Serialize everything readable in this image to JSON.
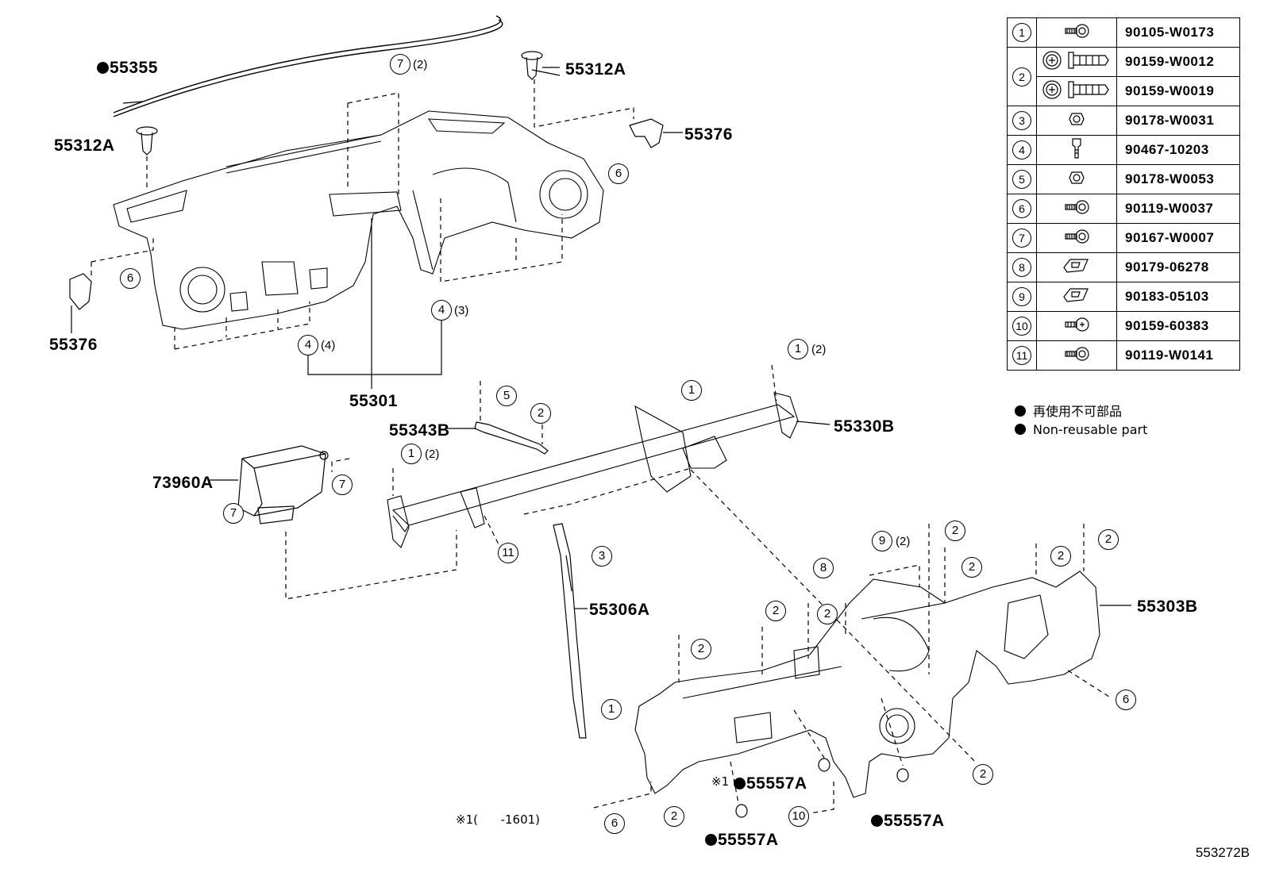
{
  "callouts": {
    "p55355": "55355",
    "p55312a_top": "55312A",
    "p55312a_left": "55312A",
    "p55376_right": "55376",
    "p55376_left": "55376",
    "p55301": "55301",
    "p55343b": "55343B",
    "p55330b": "55330B",
    "p73960a": "73960A",
    "p55306a": "55306A",
    "p55303b": "55303B",
    "p55557a_1": "55557A",
    "p55557a_2": "55557A",
    "p55557a_3": "55557A"
  },
  "refs": {
    "r7a": "7",
    "r7a_qty": "(2)",
    "r6a": "6",
    "r6b": "6",
    "r4a": "4",
    "r4a_qty": "(3)",
    "r4b": "4",
    "r4b_qty": "(4)",
    "r5": "5",
    "r2a": "2",
    "r1a": "1",
    "r1b": "1",
    "r1b_qty": "(2)",
    "r1c": "1",
    "r1c_qty": "(2)",
    "r7b": "7",
    "r7c": "7",
    "r11": "11",
    "r3": "3",
    "r9": "9",
    "r9_qty": "(2)",
    "r8": "8",
    "r2b": "2",
    "r2c": "2",
    "r2d": "2",
    "r2e": "2",
    "r2f": "2",
    "r2g": "2",
    "r2h": "2",
    "r2i": "2",
    "r2j": "2",
    "r1d": "1",
    "r6c": "6",
    "r6d": "6",
    "r10": "10"
  },
  "parts_table": [
    {
      "ref": "1",
      "icon": "bolt-icon",
      "parts": [
        "90105-W0173"
      ]
    },
    {
      "ref": "2",
      "icon": "screw-icon",
      "parts": [
        "90159-W0012",
        "90159-W0019"
      ]
    },
    {
      "ref": "3",
      "icon": "nut-icon",
      "parts": [
        "90178-W0031"
      ]
    },
    {
      "ref": "4",
      "icon": "clip-icon",
      "parts": [
        "90467-10203"
      ]
    },
    {
      "ref": "5",
      "icon": "nut-icon",
      "parts": [
        "90178-W0053"
      ]
    },
    {
      "ref": "6",
      "icon": "bolt-icon",
      "parts": [
        "90119-W0037"
      ]
    },
    {
      "ref": "7",
      "icon": "bolt-icon",
      "parts": [
        "90167-W0007"
      ]
    },
    {
      "ref": "8",
      "icon": "spring-nut-icon",
      "parts": [
        "90179-06278"
      ]
    },
    {
      "ref": "9",
      "icon": "spring-nut-icon",
      "parts": [
        "90183-05103"
      ]
    },
    {
      "ref": "10",
      "icon": "screw-icon",
      "parts": [
        "90159-60383"
      ]
    },
    {
      "ref": "11",
      "icon": "bolt-icon",
      "parts": [
        "90119-W0141"
      ]
    }
  ],
  "legend": {
    "ja": "再使用不可部品",
    "en": "Non-reusable part"
  },
  "note": "※1(      -1601)",
  "note_mark": "※1",
  "diagram_code": "553272B"
}
